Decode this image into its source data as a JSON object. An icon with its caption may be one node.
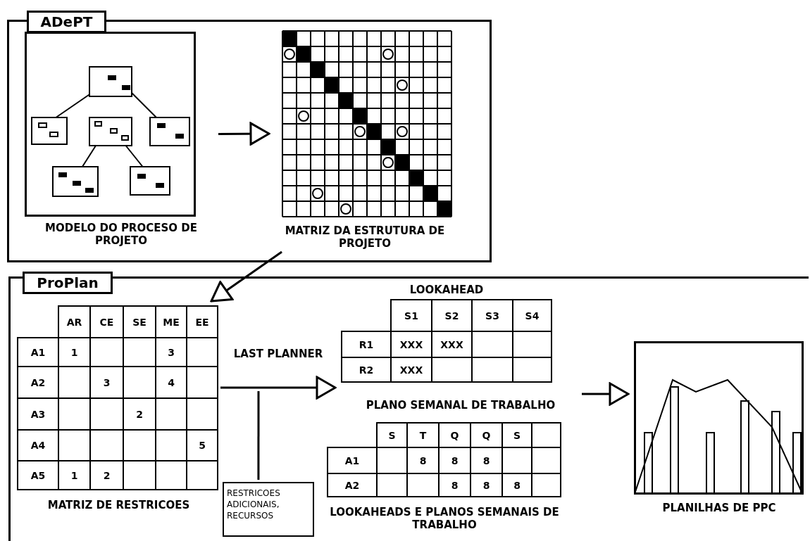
{
  "diagram": {
    "nodes": [
      {
        "text": [
          "ADePT"
        ]
      },
      {
        "text": [
          "MODELO DO PROCESO DE PROJETO"
        ],
        "in": 0
      },
      {
        "text": [
          "MATRIZ DA ESTRUTURA DE PROJETO"
        ],
        "in": 0
      },
      {
        "text": [
          "ProPlan"
        ]
      },
      {
        "text": [
          "MATRIZ DE RESTRICOES"
        ],
        "in": 3
      },
      {
        "text": [
          "LOOKAHEAD",
          "PLANO SEMANAL DE TRABALHO"
        ],
        "in": 3
      },
      {
        "text": [
          "LOOKAHEADS E PLANOS SEMANAIS DE TRABALHO"
        ],
        "in": 3
      },
      {
        "text": [
          "PLANILHAS DE PPC"
        ],
        "in": 3
      },
      {
        "text": [
          "RESTRICOES ADICIONAIS, RECURSOS"
        ],
        "in": 3
      }
    ],
    "edges": [
      {
        "from": 1,
        "to": 2,
        "arrow": "to"
      },
      {
        "from": 2,
        "to": 4,
        "arrow": "to"
      },
      {
        "from": 4,
        "to": 5,
        "arrow": "to",
        "label": "LAST PLANNER"
      },
      {
        "from": 8,
        "to": null,
        "arrow": "none"
      },
      {
        "from": 5,
        "to": 7,
        "arrow": "to"
      }
    ],
    "labels": [
      "AR",
      "CE",
      "SE",
      "ME",
      "EE",
      "A1",
      "1",
      "3",
      "A2",
      "3",
      "4",
      "A3",
      "2",
      "A4",
      "5",
      "A5",
      "1",
      "2",
      "S1",
      "S2",
      "S3",
      "S4",
      "R1",
      "XXX",
      "XXX",
      "R2",
      "XXX",
      "S",
      "T",
      "Q",
      "Q",
      "S",
      "A1",
      "8",
      "8",
      "8",
      "A2",
      "8",
      "8",
      "8"
    ]
  }
}
